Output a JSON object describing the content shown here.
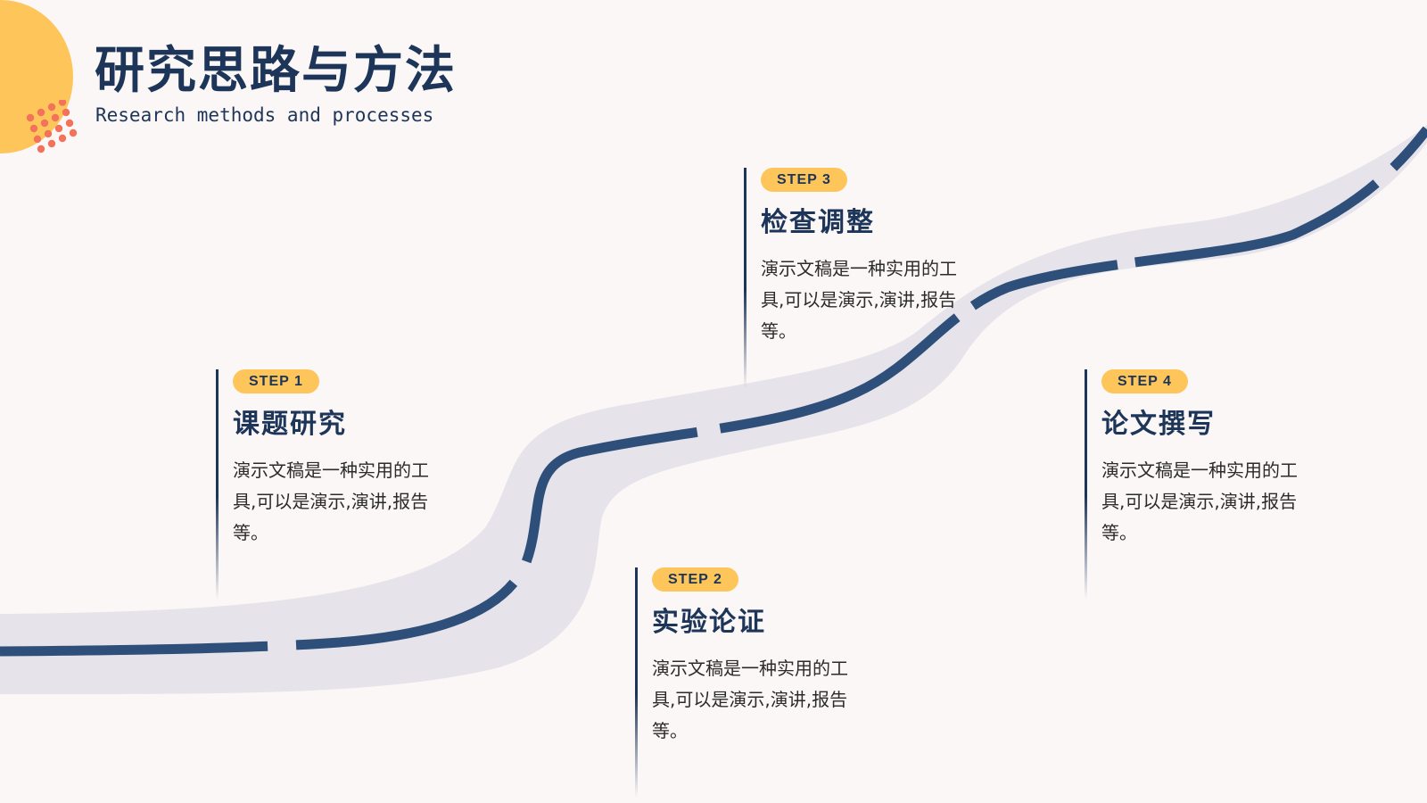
{
  "header": {
    "title": "研究思路与方法",
    "subtitle": "Research methods and processes"
  },
  "colors": {
    "navy": "#1c3558",
    "accent_yellow": "#fdc55a",
    "accent_coral": "#f2725a",
    "road_gray": "#e6e4ea",
    "road_line": "#2d4f79",
    "background": "#fcf7f7"
  },
  "steps": [
    {
      "badge": "STEP 1",
      "title": "课题研究",
      "description": "演示文稿是一种实用的工具,可以是演示,演讲,报告等。"
    },
    {
      "badge": "STEP 2",
      "title": "实验论证",
      "description": "演示文稿是一种实用的工具,可以是演示,演讲,报告等。"
    },
    {
      "badge": "STEP 3",
      "title": "检查调整",
      "description": "演示文稿是一种实用的工具,可以是演示,演讲,报告等。"
    },
    {
      "badge": "STEP 4",
      "title": "论文撰写",
      "description": "演示文稿是一种实用的工具,可以是演示,演讲,报告等。"
    }
  ]
}
